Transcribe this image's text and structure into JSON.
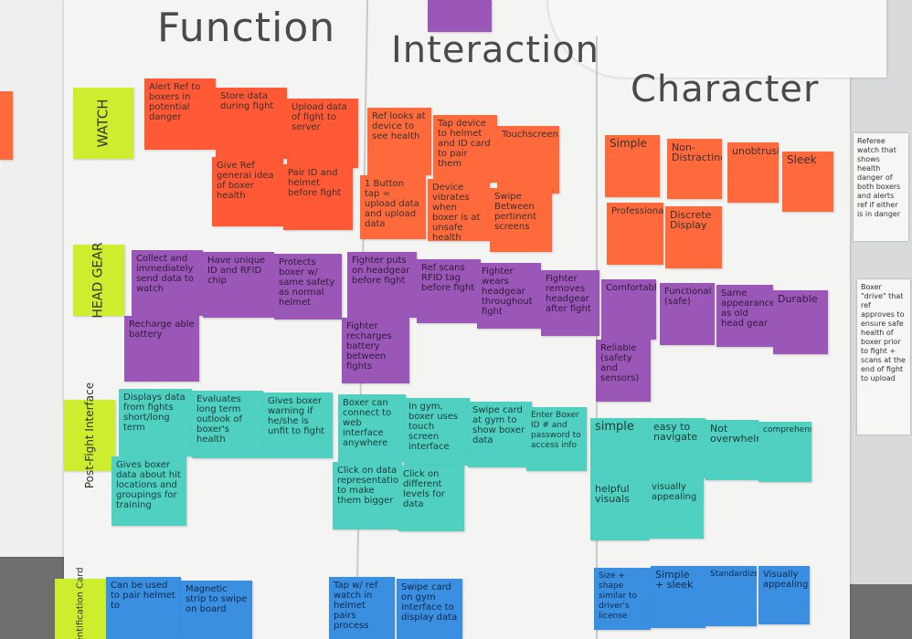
{
  "headers": {
    "function": "Function",
    "interaction": "Interaction",
    "character": "Character"
  },
  "rows": {
    "watch": "WATCH",
    "headgear": "HEAD GEAR",
    "postfight": "Post-Fight Interface",
    "idcard": "Identification Card"
  },
  "watch_function": [
    "Alert Ref to boxers in potential danger",
    "Store data during fight",
    "Upload data of fight to server",
    "Give Ref general idea of boxer health",
    "Pair ID and helmet before fight"
  ],
  "watch_interaction": [
    "Ref looks at device to see health",
    "Tap device to helmet and ID card to pair them",
    "Touchscreen",
    "1 Button tap = upload data and upload data",
    "Device vibrates when boxer is at unsafe health",
    "Swipe Between pertinent screens"
  ],
  "watch_character": [
    "Simple",
    "Non-Distracting",
    "unobtrusive",
    "Sleek",
    "Professional",
    "Discrete Display"
  ],
  "headgear_function": [
    "Collect and immediately send data to watch",
    "Have unique ID and RFID chip",
    "Protects boxer w/ same safety as normal helmet",
    "Recharge able battery"
  ],
  "headgear_interaction": [
    "Fighter puts on headgear before fight",
    "Ref scans RFID tag before fight",
    "Fighter wears headgear throughout fight",
    "Fighter removes headgear after fight",
    "Fighter recharges battery between fights"
  ],
  "headgear_character": [
    "Comfortable",
    "Functional (safe)",
    "Same appearance as old head gear",
    "Durable",
    "Reliable (safety and sensors)"
  ],
  "postfight_function": [
    "Displays data from fights short/long term",
    "Evaluates long term outlook of boxer's health",
    "Gives boxer warning if he/she is unfit to fight",
    "Gives boxer data about hit locations and groupings for training"
  ],
  "postfight_interaction": [
    "Boxer can connect to web interface anywhere",
    "In gym, boxer uses touch screen interface",
    "Swipe card at gym to show boxer data",
    "Enter Boxer ID # and password to access info",
    "Click on data representation to make them bigger",
    "Click on different levels for data"
  ],
  "postfight_character": [
    "simple",
    "easy to navigate",
    "Not overwhelming",
    "comprehensive",
    "helpful visuals",
    "visually appealing"
  ],
  "idcard_function": [
    "Can be used to pair helmet to",
    "Magnetic strip to swipe on board"
  ],
  "idcard_interaction": [
    "Tap w/ ref watch in helmet pairs process",
    "Swipe card on gym interface to display data"
  ],
  "idcard_character": [
    "Size + shape similar to driver's license",
    "Simple + sleek",
    "Standardized",
    "Visually appealing"
  ],
  "side_notes": [
    "Referee watch that shows health danger of both boxers and alerts ref if either is in danger",
    "Boxer \"drive\" that ref approves to ensure safe health of boxer prior to fight + scans at the end of fight to upload"
  ]
}
